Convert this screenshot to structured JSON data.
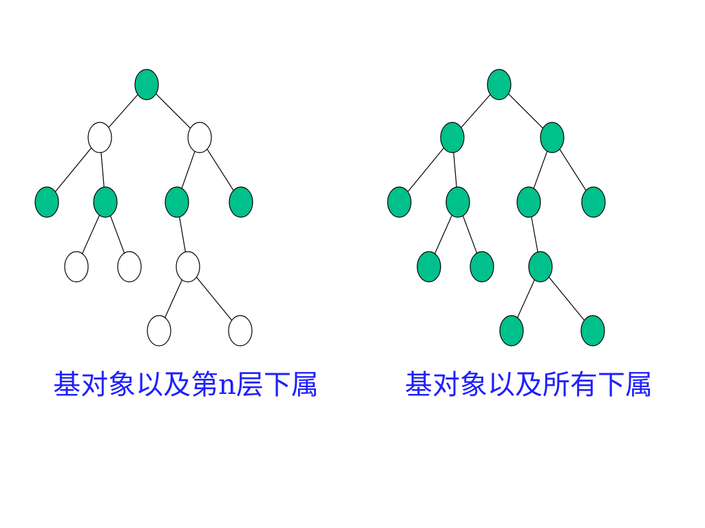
{
  "colors": {
    "filled": "#00c08b",
    "empty": "#ffffff",
    "stroke": "#000000",
    "caption": "#1f1fff"
  },
  "left_tree": {
    "caption": "基对象以及第n层下属",
    "filled_nodes": [
      "root",
      "a1",
      "a2",
      "b1",
      "b2"
    ]
  },
  "right_tree": {
    "caption": "基对象以及所有下属",
    "filled_nodes": [
      "root",
      "a",
      "b",
      "a1",
      "a2",
      "b1",
      "b2",
      "a2x",
      "a2y",
      "b1x",
      "b1x1",
      "b1x2"
    ]
  }
}
